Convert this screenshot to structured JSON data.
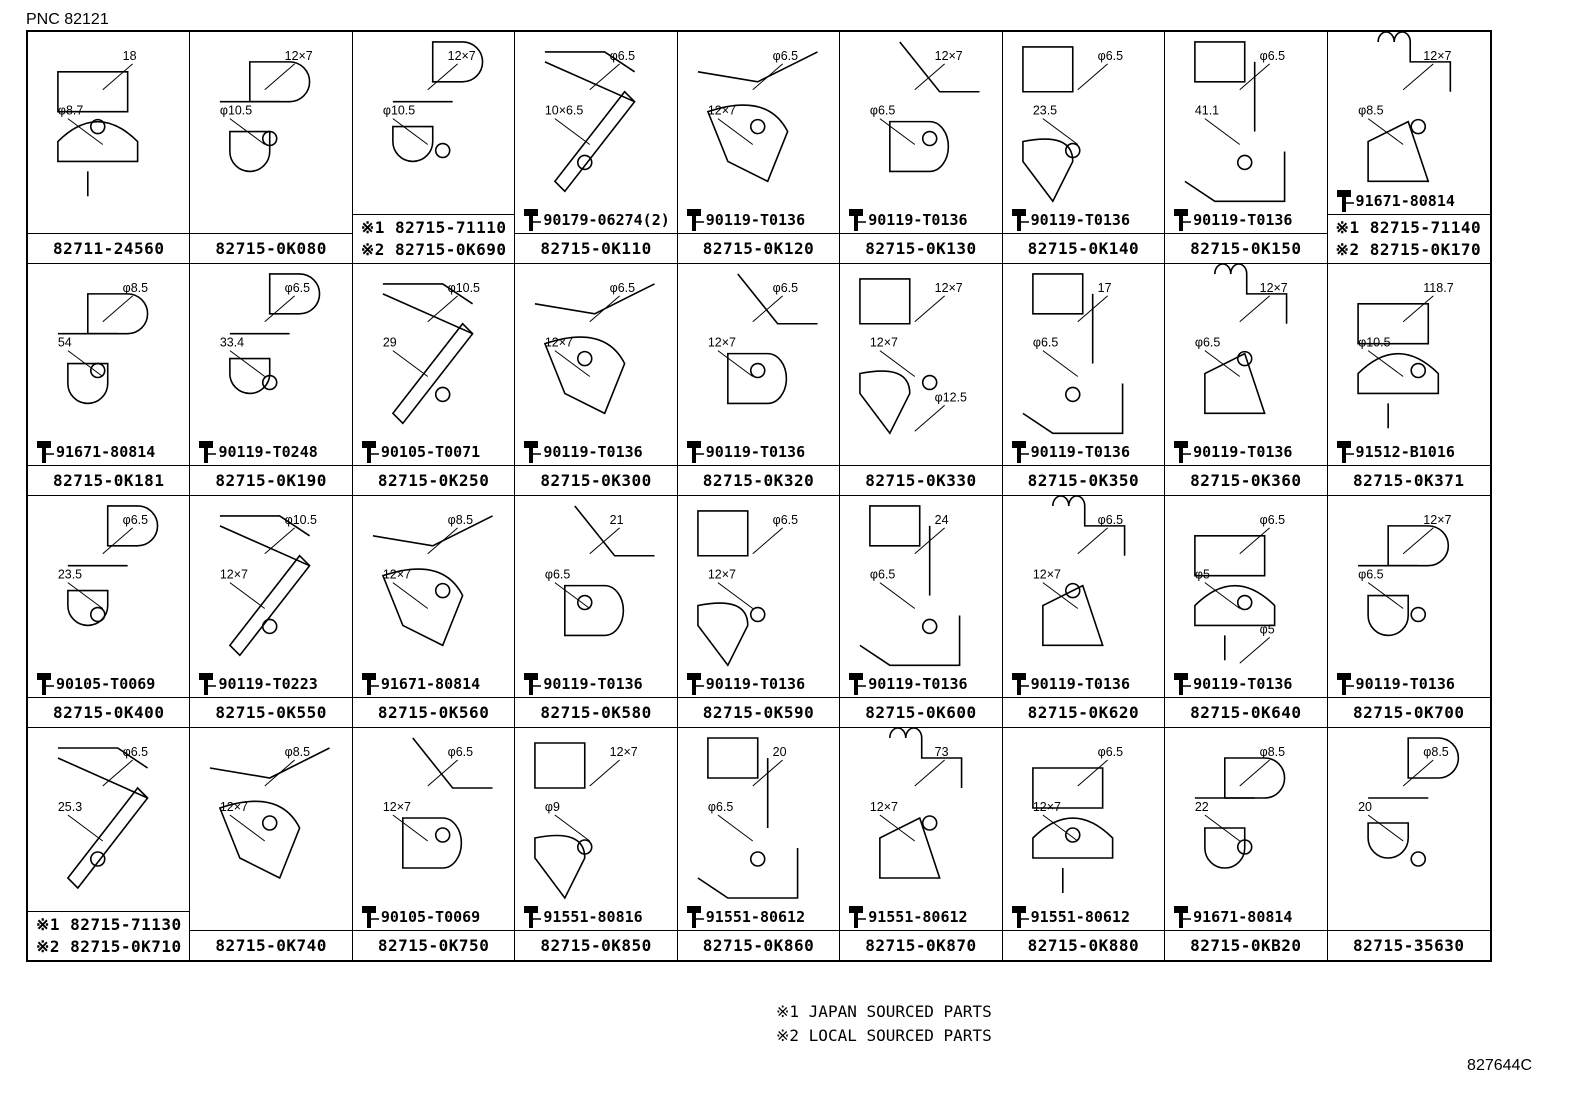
{
  "pnc": "PNC 82121",
  "figure_code": "827644C",
  "notes": [
    "※1 JAPAN SOURCED PARTS",
    "※2 LOCAL SOURCED PARTS"
  ],
  "cells": [
    {
      "dims": [
        "18",
        "φ8.7"
      ],
      "parts": [
        "82711-24560"
      ]
    },
    {
      "dims": [
        "12×7",
        "φ10.5"
      ],
      "parts": [
        "82715-0K080"
      ]
    },
    {
      "dims": [
        "12×7",
        "φ10.5"
      ],
      "parts": [
        "※1 82715-71110",
        "※2 82715-0K690"
      ]
    },
    {
      "dims": [
        "φ6.5",
        "10×6.5"
      ],
      "bolt": "90179-06274(2)",
      "parts": [
        "82715-0K110"
      ]
    },
    {
      "dims": [
        "φ6.5",
        "12×7"
      ],
      "bolt": "90119-T0136",
      "parts": [
        "82715-0K120"
      ]
    },
    {
      "dims": [
        "12×7",
        "φ6.5"
      ],
      "bolt": "90119-T0136",
      "parts": [
        "82715-0K130"
      ]
    },
    {
      "dims": [
        "φ6.5",
        "23.5"
      ],
      "bolt": "90119-T0136",
      "parts": [
        "82715-0K140"
      ]
    },
    {
      "dims": [
        "φ6.5",
        "41.1"
      ],
      "bolt": "90119-T0136",
      "parts": [
        "82715-0K150"
      ]
    },
    {
      "dims": [
        "12×7",
        "φ8.5"
      ],
      "bolt": "91671-80814",
      "parts": [
        "※1 82715-71140",
        "※2 82715-0K170"
      ]
    },
    {
      "dims": [
        "φ8.5",
        "54"
      ],
      "bolt": "91671-80814",
      "parts": [
        "82715-0K181"
      ]
    },
    {
      "dims": [
        "φ6.5",
        "33.4"
      ],
      "bolt": "90119-T0248",
      "parts": [
        "82715-0K190"
      ]
    },
    {
      "dims": [
        "φ10.5",
        "29"
      ],
      "bolt": "90105-T0071",
      "parts": [
        "82715-0K250"
      ]
    },
    {
      "dims": [
        "φ6.5",
        "12×7"
      ],
      "bolt": "90119-T0136",
      "parts": [
        "82715-0K300"
      ]
    },
    {
      "dims": [
        "φ6.5",
        "12×7"
      ],
      "bolt": "90119-T0136",
      "parts": [
        "82715-0K320"
      ]
    },
    {
      "dims": [
        "12×7",
        "12×7",
        "φ12.5"
      ],
      "parts": [
        "82715-0K330"
      ]
    },
    {
      "dims": [
        "17",
        "φ6.5"
      ],
      "bolt": "90119-T0136",
      "parts": [
        "82715-0K350"
      ]
    },
    {
      "dims": [
        "12×7",
        "φ6.5"
      ],
      "bolt": "90119-T0136",
      "parts": [
        "82715-0K360"
      ]
    },
    {
      "dims": [
        "118.7",
        "φ10.5"
      ],
      "bolt": "91512-B1016",
      "parts": [
        "82715-0K371"
      ]
    },
    {
      "dims": [
        "φ6.5",
        "23.5"
      ],
      "bolt": "90105-T0069",
      "parts": [
        "82715-0K400"
      ]
    },
    {
      "dims": [
        "φ10.5",
        "12×7"
      ],
      "bolt": "90119-T0223",
      "parts": [
        "82715-0K550"
      ]
    },
    {
      "dims": [
        "φ8.5",
        "12×7"
      ],
      "bolt": "91671-80814",
      "parts": [
        "82715-0K560"
      ]
    },
    {
      "dims": [
        "21",
        "φ6.5"
      ],
      "bolt": "90119-T0136",
      "parts": [
        "82715-0K580"
      ]
    },
    {
      "dims": [
        "φ6.5",
        "12×7"
      ],
      "bolt": "90119-T0136",
      "parts": [
        "82715-0K590"
      ]
    },
    {
      "dims": [
        "24",
        "φ6.5"
      ],
      "bolt": "90119-T0136",
      "parts": [
        "82715-0K600"
      ]
    },
    {
      "dims": [
        "φ6.5",
        "12×7"
      ],
      "bolt": "90119-T0136",
      "parts": [
        "82715-0K620"
      ]
    },
    {
      "dims": [
        "φ6.5",
        "φ5",
        "φ5"
      ],
      "bolt": "90119-T0136",
      "parts": [
        "82715-0K640"
      ]
    },
    {
      "dims": [
        "12×7",
        "φ6.5"
      ],
      "bolt": "90119-T0136",
      "parts": [
        "82715-0K700"
      ]
    },
    {
      "dims": [
        "φ6.5",
        "25.3"
      ],
      "parts": [
        "※1 82715-71130",
        "※2 82715-0K710"
      ]
    },
    {
      "dims": [
        "φ8.5",
        "12×7"
      ],
      "parts": [
        "82715-0K740"
      ]
    },
    {
      "dims": [
        "φ6.5",
        "12×7"
      ],
      "bolt": "90105-T0069",
      "parts": [
        "82715-0K750"
      ]
    },
    {
      "dims": [
        "12×7",
        "φ9"
      ],
      "bolt": "91551-80816",
      "parts": [
        "82715-0K850"
      ]
    },
    {
      "dims": [
        "20",
        "φ6.5"
      ],
      "bolt": "91551-80612",
      "parts": [
        "82715-0K860"
      ]
    },
    {
      "dims": [
        "73",
        "12×7"
      ],
      "bolt": "91551-80612",
      "parts": [
        "82715-0K870"
      ]
    },
    {
      "dims": [
        "φ6.5",
        "12×7"
      ],
      "bolt": "91551-80612",
      "parts": [
        "82715-0K880"
      ]
    },
    {
      "dims": [
        "φ8.5",
        "22"
      ],
      "bolt": "91671-80814",
      "parts": [
        "82715-0KB20"
      ]
    },
    {
      "dims": [
        "φ8.5",
        "20"
      ],
      "parts": [
        "82715-35630"
      ]
    }
  ]
}
